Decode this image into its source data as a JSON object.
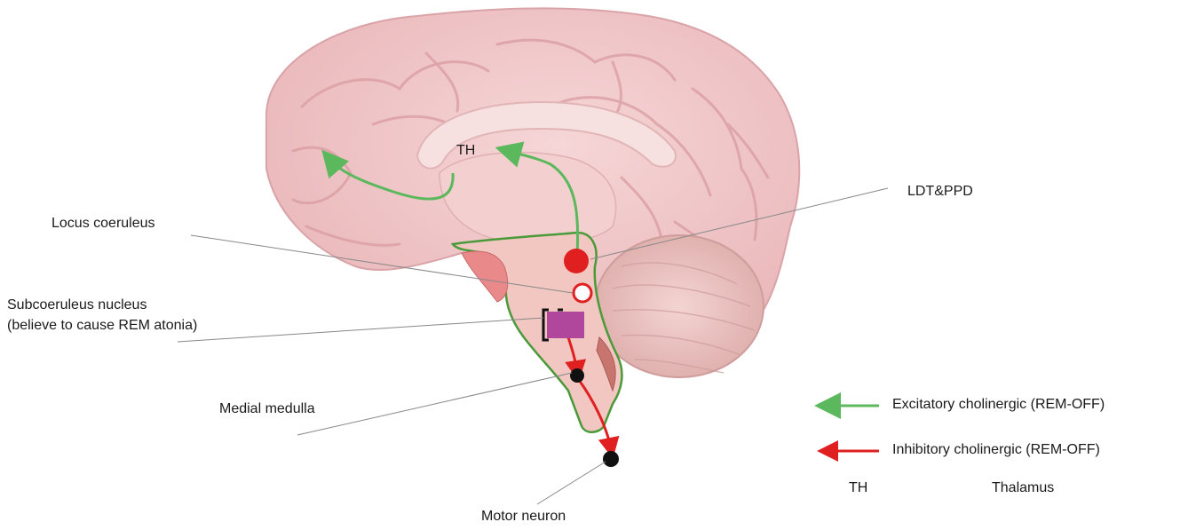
{
  "labels": {
    "th_on_brain": "TH",
    "ldt_ppd": "LDT&PPD",
    "locus_coeruleus": "Locus coeruleus",
    "subcoeruleus_line1": "Subcoeruleus nucleus",
    "subcoeruleus_line2": "(believe to cause REM atonia)",
    "medial_medulla": "Medial medulla",
    "motor_neuron": "Motor neuron"
  },
  "legend": {
    "excitatory": "Excitatory cholinergic (REM-OFF)",
    "inhibitory": "Inhibitory cholinergic (REM-OFF)",
    "abbrev": "TH",
    "abbrev_meaning": "Thalamus"
  },
  "colors": {
    "excitatory": "#5cb85c",
    "inhibitory": "#e02020",
    "subcoeruleus": "#b0479c",
    "brain": "#f0c4c6",
    "brainstem_outline": "#4a9a3a"
  }
}
